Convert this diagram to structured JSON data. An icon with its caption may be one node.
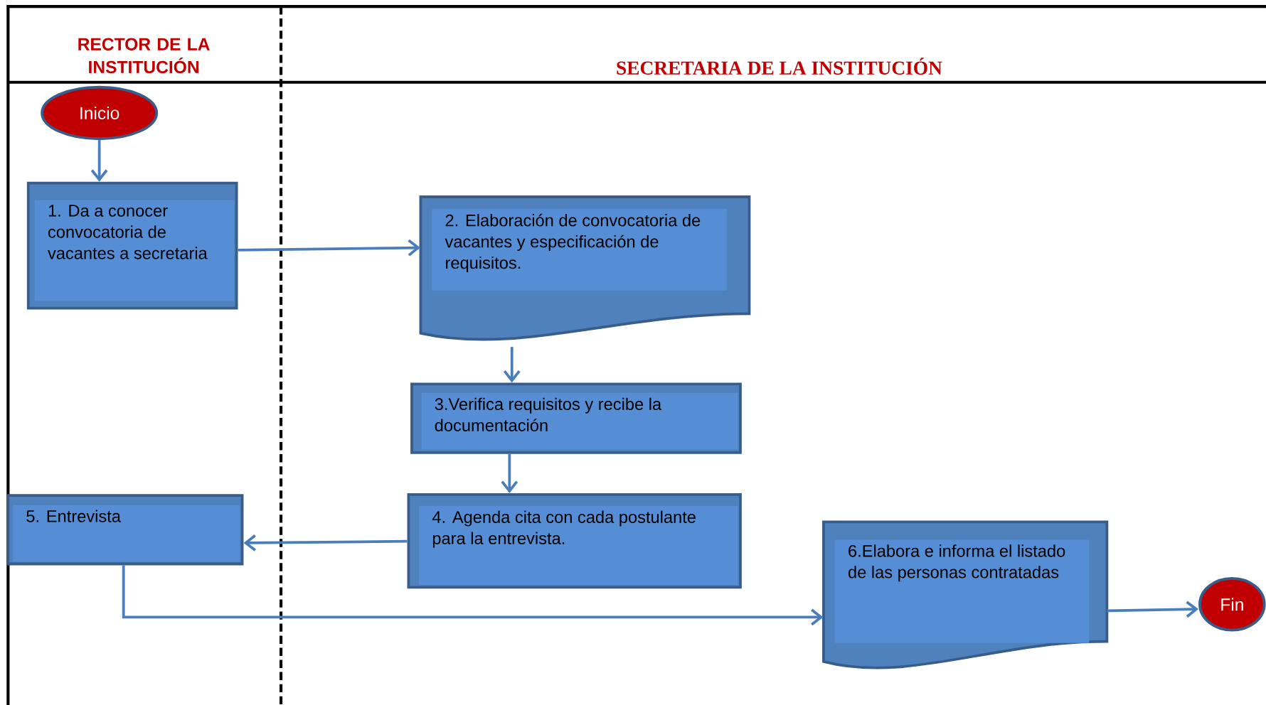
{
  "diagram": {
    "nodes": [
      {
        "text": [
          "Inicio"
        ]
      },
      {
        "text": [
          "1. Da a conocer convocatoria de vacantes a secretaria"
        ]
      },
      {
        "text": [
          "2. Elaboración de convocatoria de vacantes y especificación de requisitos."
        ]
      },
      {
        "text": [
          "3.Verifica requisitos y recibe la documentación"
        ]
      },
      {
        "text": [
          "4. Agenda cita con cada postulante para la entrevista."
        ]
      },
      {
        "text": [
          "5. Entrevista"
        ]
      },
      {
        "text": [
          "6.Elabora e informa el listado de las personas contratadas"
        ]
      },
      {
        "text": [
          "Fin"
        ]
      }
    ],
    "edges": [
      {
        "from": 0,
        "to": 1,
        "arrow": "to"
      },
      {
        "from": 1,
        "to": 2,
        "arrow": "to"
      },
      {
        "from": 2,
        "to": 3,
        "arrow": "to"
      },
      {
        "from": 3,
        "to": 4,
        "arrow": "to"
      },
      {
        "from": 4,
        "to": 5,
        "arrow": "to"
      },
      {
        "from": 5,
        "to": 6,
        "arrow": "to"
      },
      {
        "from": 6,
        "to": 7,
        "arrow": "to"
      }
    ],
    "labels": [
      "RECTOR DE LA INSTITUCIÓN",
      "SECRETARIA DE LA INSTITUCIÓN"
    ]
  }
}
